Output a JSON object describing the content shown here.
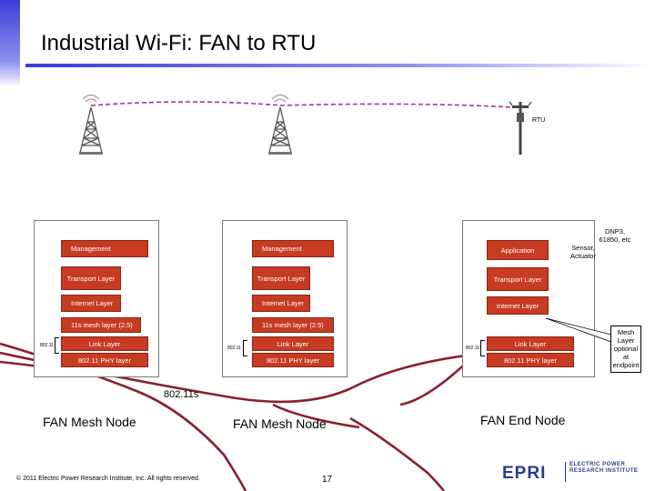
{
  "slide": {
    "title": "Industrial Wi-Fi: FAN to RTU",
    "rtu_label": "RTU",
    "link_label": "802.11s",
    "footer": "© 2011 Electric Power Research Institute, Inc. All rights reserved.",
    "page_number": "17",
    "logo_text": "EPRI",
    "logo_subtitle": "ELECTRIC POWER RESEARCH INSTITUTE",
    "callout_protocols": "DNP3, 61850, etc",
    "callout_mesh": "Mesh Layer optional at endpoint"
  },
  "nodes": [
    {
      "caption": "FAN Mesh Node",
      "layers": [
        "Management",
        "Transport Layer",
        "Internet Layer",
        "11s mesh layer (2.5)",
        "Link Layer",
        "802.11 PHY layer"
      ],
      "bracket_label": "802.11"
    },
    {
      "caption": "FAN Mesh Node",
      "layers": [
        "Management",
        "Transport Layer",
        "Internet Layer",
        "11s mesh layer (2.5)",
        "Link Layer",
        "802.11 PHY layer"
      ],
      "bracket_label": "802.11"
    },
    {
      "caption": "FAN End Node",
      "layers": [
        "Application",
        "Transport Layer",
        "Internet Layer",
        "Link Layer",
        "802.11 PHY layer"
      ],
      "bracket_label": "802.11",
      "side_label": "Sensor, Actuator"
    }
  ]
}
